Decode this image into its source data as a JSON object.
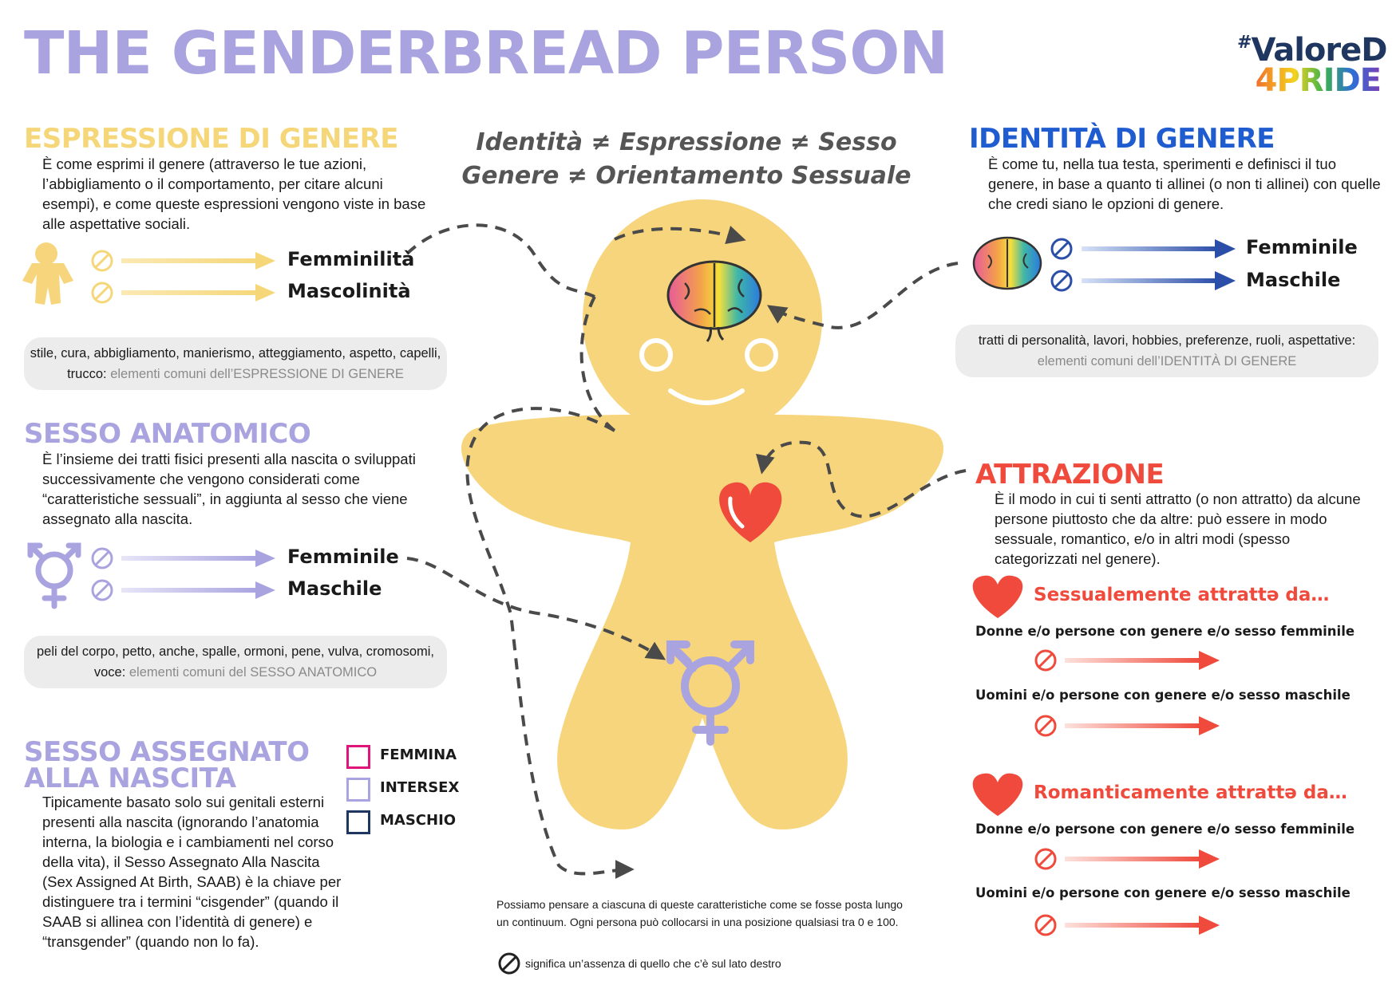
{
  "title": "THE GENDERBREAD PERSON",
  "logo": {
    "hash": "#",
    "line1": "ValoreD",
    "line2": "4PRIDE"
  },
  "center_heading": {
    "line1": "Identità ≠ Espressione ≠ Sesso",
    "line2": "Genere ≠ Orientamento Sessuale"
  },
  "espressione": {
    "title": "ESPRESSIONE DI GENERE",
    "description": "È come esprimi il genere (attraverso le tue azioni, l’abbigliamento o il comportamento, per citare alcuni esempi), e come queste espressioni vengono viste in base alle aspettative sociali.",
    "rows": [
      "Femminilità",
      "Mascolinità"
    ],
    "pill_text": "stile, cura, abbigliamento, manierismo, atteggiamento, aspetto, capelli, trucco:",
    "pill_muted": "elementi comuni dell’ESPRESSIONE DI GENERE",
    "color": "#f5d77a"
  },
  "sesso_anatomico": {
    "title": "SESSO ANATOMICO",
    "description": "È l’insieme dei tratti fisici presenti alla nascita o sviluppati successivamente che vengono considerati come “caratteristiche sessuali”, in aggiunta al sesso che viene assegnato alla nascita.",
    "rows": [
      "Femminile",
      "Maschile"
    ],
    "pill_text": "peli del corpo, petto, anche, spalle, ormoni, pene, vulva, cromosomi, voce:",
    "pill_muted": "elementi comuni del SESSO ANATOMICO",
    "color": "#a9a4e0"
  },
  "sesso_assegnato": {
    "title_line1": "SESSO ASSEGNATO",
    "title_line2": "ALLA NASCITA",
    "description": "Tipicamente basato solo sui genitali esterni presenti alla nascita (ignorando l’anatomia interna, la biologia e i cambiamenti nel corso della vita), il Sesso Assegnato Alla Nascita (Sex Assigned At Birth, SAAB) è la chiave per distinguere tra i termini “cisgender” (quando il SAAB si allinea con l’identità di genere) e “transgender” (quando non lo fa).",
    "legend": [
      {
        "label": "FEMMINA",
        "color": "#e0157a"
      },
      {
        "label": "INTERSEX",
        "color": "#a9a4e0"
      },
      {
        "label": "MASCHIO",
        "color": "#1f3760"
      }
    ]
  },
  "identita": {
    "title": "IDENTITÀ DI GENERE",
    "description": "È come tu, nella tua testa, sperimenti e definisci il tuo genere, in base a quanto ti allinei (o non ti allinei) con quelle che credi siano le opzioni di genere.",
    "rows": [
      "Femminile",
      "Maschile"
    ],
    "pill_text": "tratti di personalità, lavori, hobbies, preferenze, ruoli, aspettative:",
    "pill_muted": "elementi comuni dell’IDENTITÀ DI GENERE",
    "color": "#1f5ccf"
  },
  "attrazione": {
    "title": "ATTRAZIONE",
    "description": "È il modo in cui ti senti attratto (o non attratto) da alcune persone piuttosto che da altre: può essere in modo sessuale, romantico, e/o in altri modi (spesso categorizzati nel genere).",
    "sessual_head": "Sessualemente attrattə da…",
    "romantic_head": "Romanticamente attrattə da…",
    "line_women": "Donne e/o persone con genere e/o sesso femminile",
    "line_men": "Uomini e/o persone con genere e/o sesso maschile",
    "color": "#ef4a3c"
  },
  "footer": {
    "continuum": "Possiamo pensare a ciascuna di queste caratteristiche come se fosse posta lungo un continuum. Ogni persona può collocarsi in una posizione qualsiasi tra 0 e 100.",
    "absence": "significa un’assenza di quello che c’è sul lato destro"
  }
}
